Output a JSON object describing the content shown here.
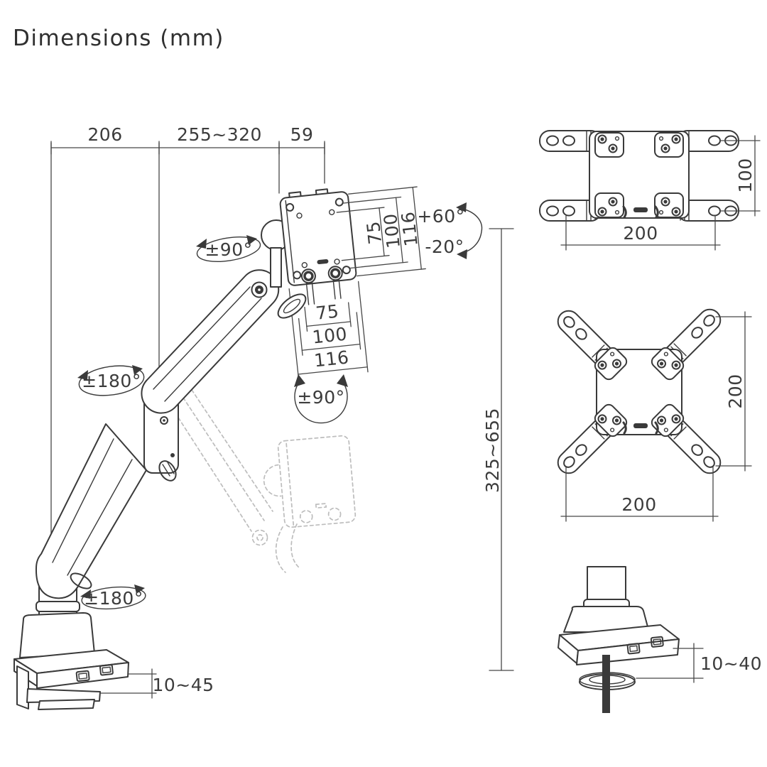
{
  "title": "Dimensions (mm)",
  "colors": {
    "line": "#3a3a3a",
    "ghost": "#bdbdbd"
  },
  "main_view": {
    "top_dims": {
      "rear": "206",
      "reach": "255~320",
      "head": "59"
    },
    "vesa_vertical": {
      "inner": "75",
      "mid": "100",
      "outer": "116"
    },
    "vesa_horizontal": {
      "inner": "75",
      "mid": "100",
      "outer": "116"
    },
    "tilt": {
      "up": "+60°",
      "down": "-20°"
    },
    "rotation": {
      "head": "±90°",
      "elbow": "±180°",
      "swivel": "±90°",
      "base": "±180°"
    },
    "height_range": "325~655",
    "clamp_thickness": "10~45"
  },
  "accessory_views": {
    "wide_vesa_adapter": {
      "height": "100",
      "width": "200"
    },
    "x_vesa_adapter": {
      "height": "200",
      "width": "200"
    },
    "grommet_mount": {
      "desk_thickness": "10~40"
    }
  }
}
